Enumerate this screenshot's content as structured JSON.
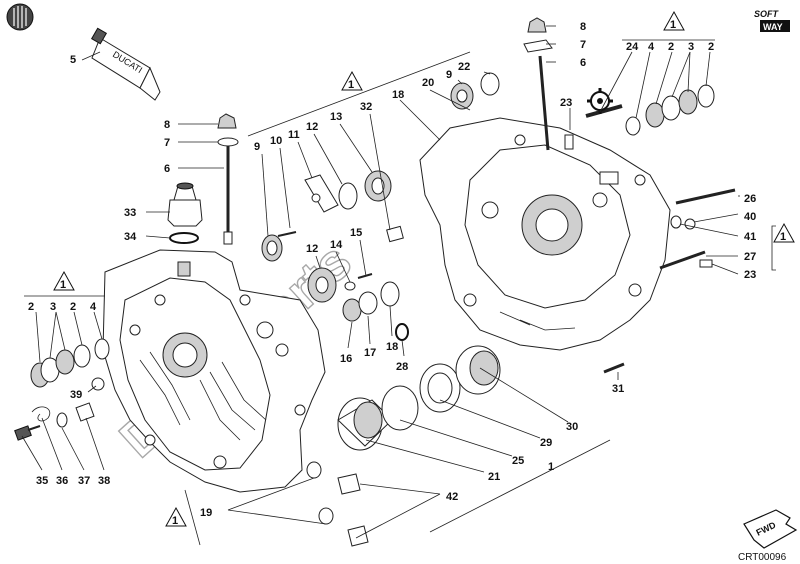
{
  "brand": {
    "logo_top": "SOFT",
    "logo_bottom": "WAY",
    "tube_label": "DUCATI"
  },
  "watermark": "DucatiParts",
  "drawing_code": "CRT00096",
  "fwd_label": "FWD",
  "group_marker": "1",
  "callouts": {
    "c5": "5",
    "c8a": "8",
    "c7a": "7",
    "c6a": "6",
    "c33": "33",
    "c34": "34",
    "c8b": "8",
    "c7b": "7",
    "c6b": "6",
    "c24": "24",
    "c4a": "4",
    "c2a": "2",
    "c3a": "3",
    "c2b": "2",
    "c22": "22",
    "c9a": "9",
    "c20": "20",
    "c18a": "18",
    "c32": "32",
    "c13": "13",
    "c12a": "12",
    "c11": "11",
    "c10": "10",
    "c9b": "9",
    "c23a": "23",
    "c26": "26",
    "c40": "40",
    "c41": "41",
    "c27": "27",
    "c23b": "23",
    "c12b": "12",
    "c14": "14",
    "c15": "15",
    "c2c": "2",
    "c3b": "3",
    "c2d": "2",
    "c4b": "4",
    "c16": "16",
    "c17": "17",
    "c18b": "18",
    "c28": "28",
    "c39": "39",
    "c31": "31",
    "c30": "30",
    "c29": "29",
    "c25": "25",
    "c21": "21",
    "c1": "1",
    "c42": "42",
    "c19": "19",
    "c35": "35",
    "c36": "36",
    "c37": "37",
    "c38": "38"
  },
  "colors": {
    "ink": "#111111",
    "paper": "#ffffff",
    "watermark": "#9a9a9a"
  }
}
